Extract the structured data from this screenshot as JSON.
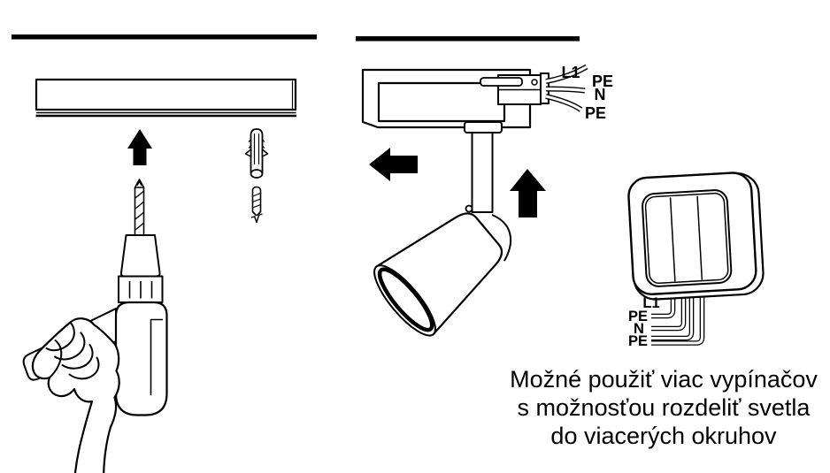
{
  "middle": {
    "label_l1": "L1",
    "label_pe_top": "PE",
    "label_n": "N",
    "label_pe_bottom": "PE"
  },
  "switch": {
    "label_l1": "L1",
    "label_pe_top": "PE",
    "label_n": "N",
    "label_pe_bottom": "PE"
  },
  "caption": {
    "line1": "Možné použiť viac vypínačov",
    "line2": "s možnosťou rozdeliť svetla",
    "line3": "do viacerých okruhov"
  },
  "colors": {
    "ink": "#000000",
    "paper": "#ffffff"
  }
}
